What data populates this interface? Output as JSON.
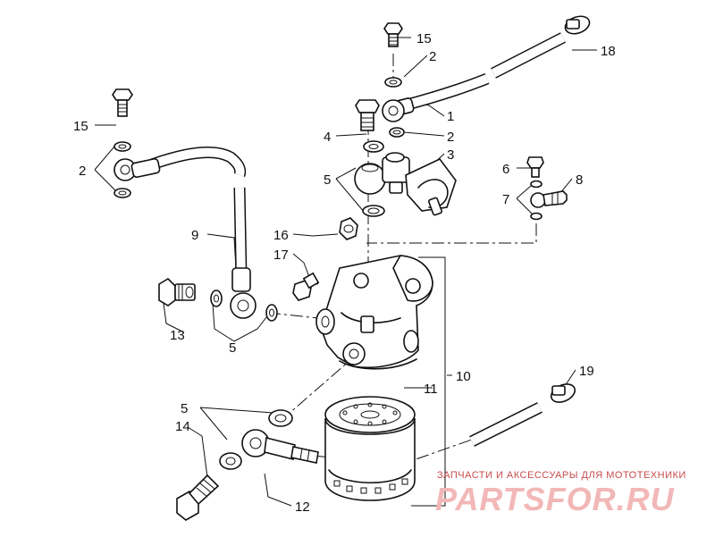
{
  "callouts": {
    "c1": "1",
    "c2a": "2",
    "c2b": "2",
    "c2c": "2",
    "c3": "3",
    "c4": "4",
    "c5a": "5",
    "c5b": "5",
    "c5c": "5",
    "c6": "6",
    "c7": "7",
    "c8": "8",
    "c9": "9",
    "c10": "10",
    "c11": "11",
    "c12": "12",
    "c13": "13",
    "c14": "14",
    "c15a": "15",
    "c15b": "15",
    "c16": "16",
    "c17": "17",
    "c18": "18",
    "c19": "19"
  },
  "watermark": {
    "caption": "ЗАПЧАСТИ И АКСЕССУАРЫ ДЛЯ МОТОТЕХНИКИ",
    "logo": "PARTSFOR.RU"
  },
  "colors": {
    "line": "#111111",
    "watermark_caption": "#c44b4b",
    "watermark_logo": "#f2b7b7"
  }
}
